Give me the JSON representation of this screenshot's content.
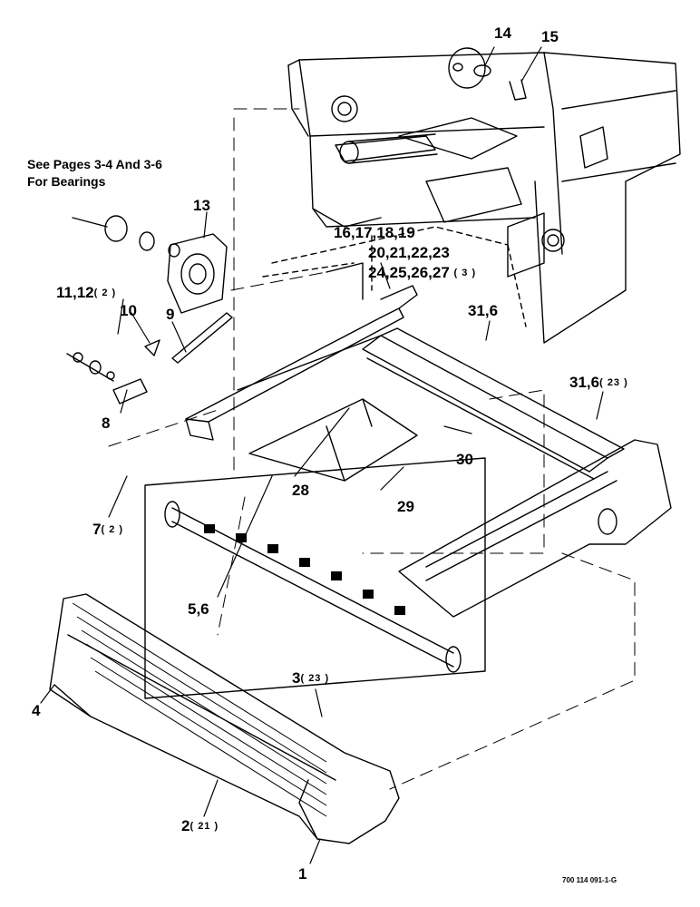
{
  "note": {
    "line1": "See Pages 3-4 And 3-6",
    "line2": "For Bearings"
  },
  "figure_number": "700 114 091-1-G",
  "callouts": {
    "c14": {
      "text": "14",
      "qty": ""
    },
    "c15": {
      "text": "15",
      "qty": ""
    },
    "c13": {
      "text": "13",
      "qty": ""
    },
    "c16_19": {
      "text": "16,17,18,19",
      "qty": ""
    },
    "c20_23": {
      "text": "20,21,22,23",
      "qty": ""
    },
    "c24_27": {
      "text": "24,25,26,27",
      "qty": "( 3 )"
    },
    "c11_12": {
      "text": "11,12",
      "qty": "( 2 )"
    },
    "c10": {
      "text": "10",
      "qty": ""
    },
    "c9": {
      "text": "9",
      "qty": ""
    },
    "c31a": {
      "text": "31,6",
      "qty": ""
    },
    "c31b": {
      "text": "31,6",
      "qty": "( 23 )"
    },
    "c8": {
      "text": "8",
      "qty": ""
    },
    "c30": {
      "text": "30",
      "qty": ""
    },
    "c28": {
      "text": "28",
      "qty": ""
    },
    "c29": {
      "text": "29",
      "qty": ""
    },
    "c7": {
      "text": "7",
      "qty": "( 2 )"
    },
    "c5_6": {
      "text": "5,6",
      "qty": ""
    },
    "c3": {
      "text": "3",
      "qty": "( 23 )"
    },
    "c4": {
      "text": "4",
      "qty": ""
    },
    "c2": {
      "text": "2",
      "qty": "( 21 )"
    },
    "c1": {
      "text": "1",
      "qty": ""
    }
  }
}
